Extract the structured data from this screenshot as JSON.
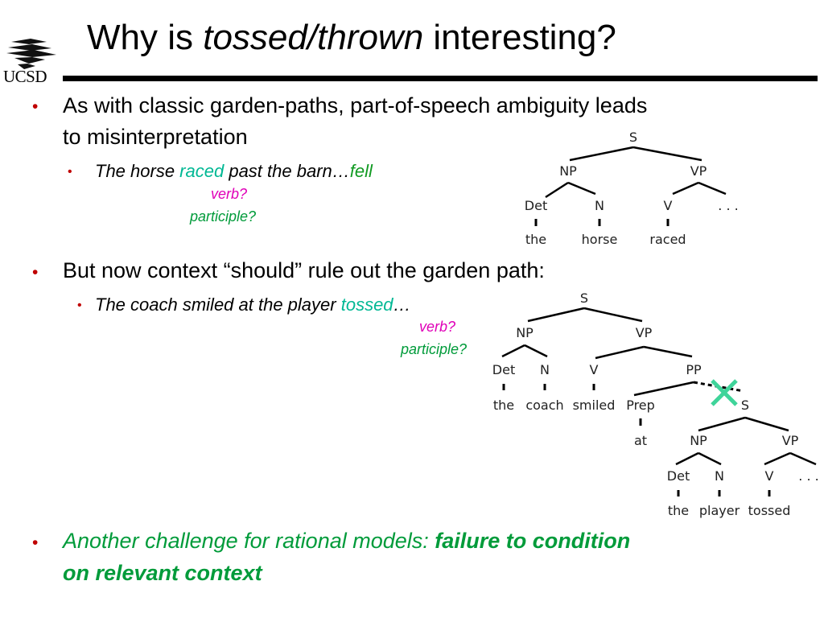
{
  "header": {
    "logo_text": "UCSD",
    "title_pre": "Why is ",
    "title_em": "tossed/thrown",
    "title_post": " interesting?"
  },
  "bullets": [
    {
      "line1": "As with classic garden-paths, part-of-speech ambiguity leads",
      "line2": "to misinterpretation",
      "sub": {
        "pre": "The horse ",
        "key": "raced",
        "post": " past the barn…",
        "tail": "fell"
      },
      "note_verb": "verb?",
      "note_participle": "participle?"
    },
    {
      "line1": "But now context “should” rule out the garden path:",
      "sub": {
        "pre": "The coach smiled at the player ",
        "key": "tossed",
        "post": "…"
      },
      "note_verb": "verb?",
      "note_participle": "participle?"
    },
    {
      "line1_plain": "Another challenge for rational models: ",
      "line1_bold": "failure to condition",
      "line2_bold": "on relevant context"
    }
  ],
  "tree1": {
    "root": "S",
    "np": "NP",
    "vp": "VP",
    "det": "Det",
    "n": "N",
    "v": "V",
    "ellipsis": ". . .",
    "w1": "the",
    "w2": "horse",
    "w3": "raced"
  },
  "tree2": {
    "root": "S",
    "np": "NP",
    "vp": "VP",
    "det": "Det",
    "n": "N",
    "v": "V",
    "pp": "PP",
    "w1": "the",
    "w2": "coach",
    "w3": "smiled",
    "prep": "Prep",
    "at": "at",
    "s2": "S",
    "np2": "NP",
    "vp2": "VP",
    "det2": "Det",
    "n2": "N",
    "v2": "V",
    "ellipsis2": ". . .",
    "w4": "the",
    "w5": "player",
    "w6": "tossed"
  },
  "colors": {
    "bullet": "#c00000",
    "magenta": "#e000b8",
    "green": "#009b3a",
    "cyan": "#00b894",
    "cross": "#3fd49a"
  }
}
